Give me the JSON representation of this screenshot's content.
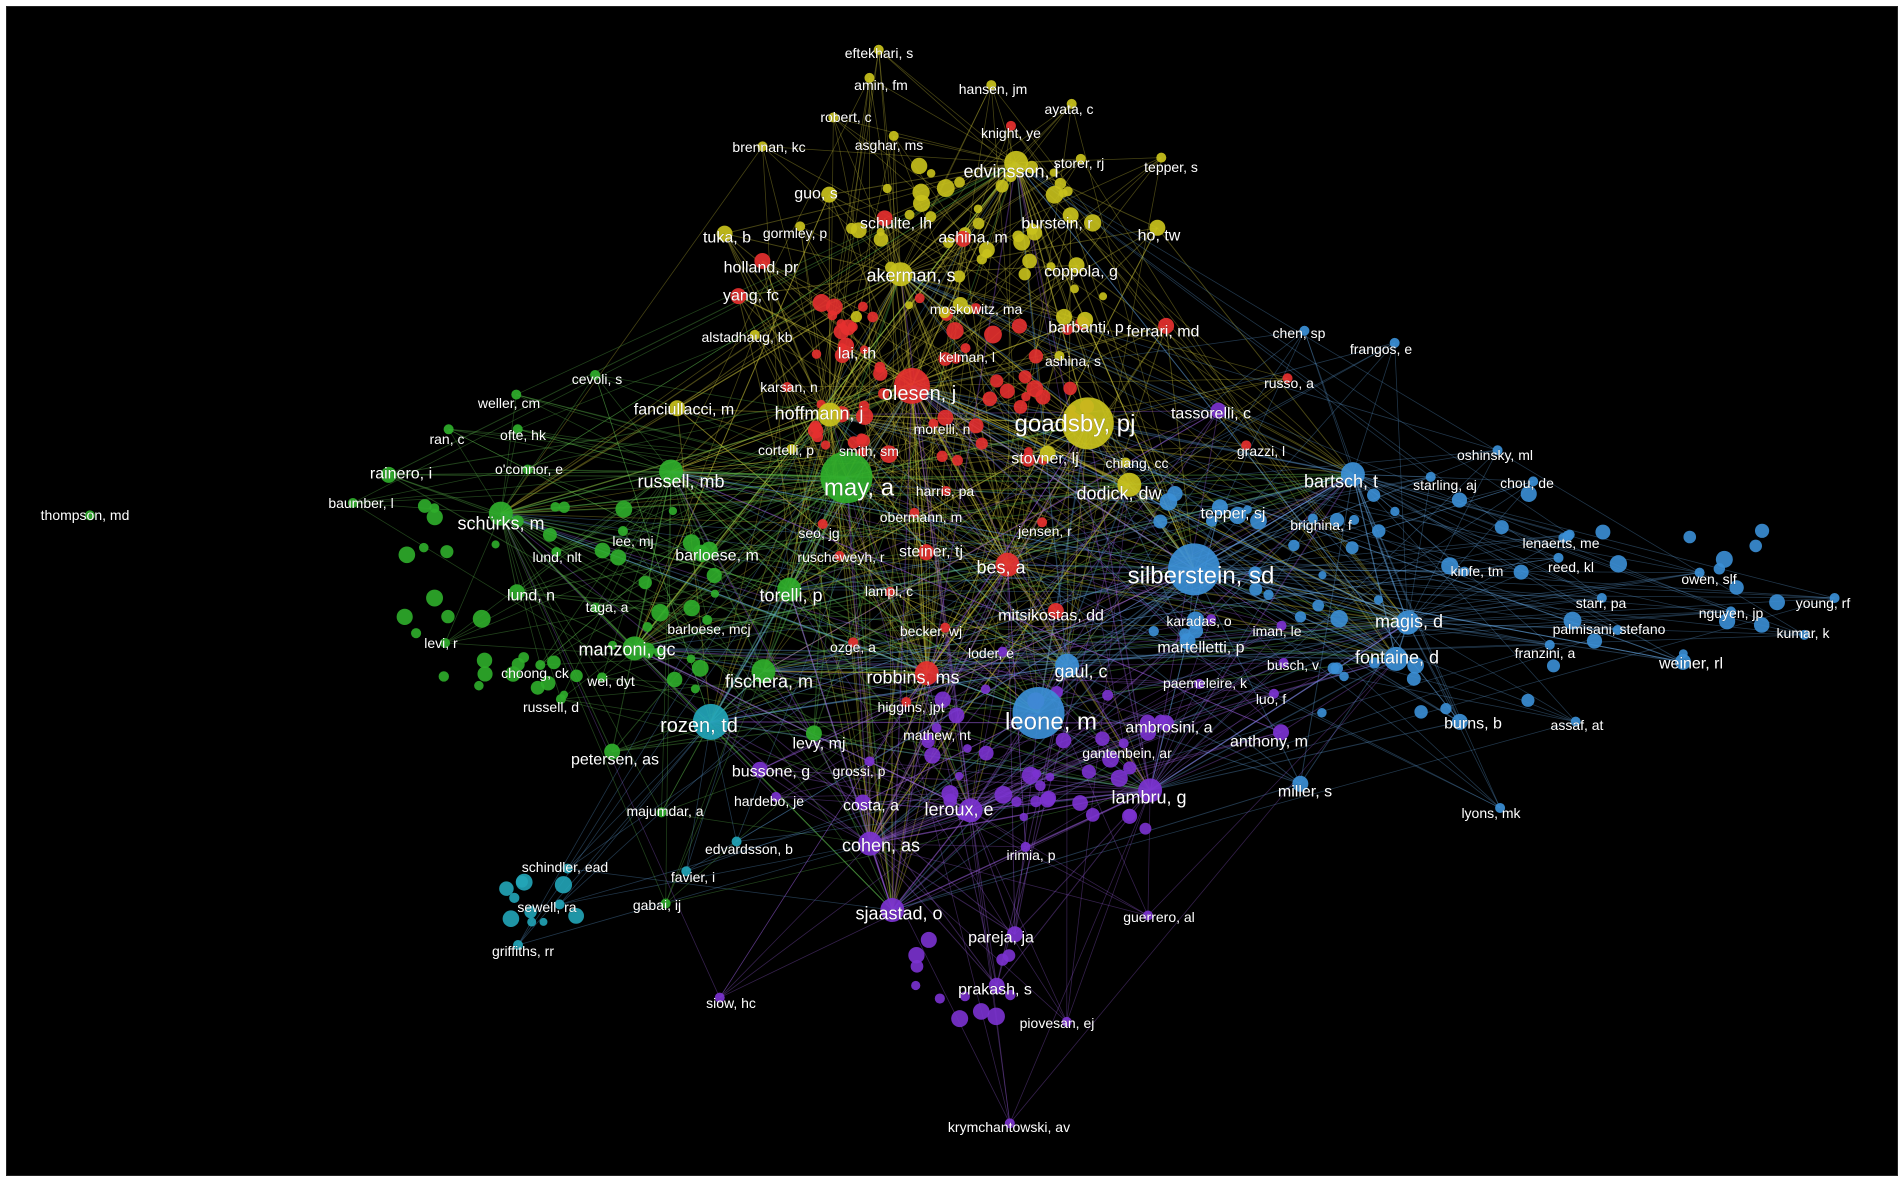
{
  "cluster_colors": {
    "red": "#e6302f",
    "yellow": "#c9c21c",
    "green": "#2fae2b",
    "blue": "#3b8fd6",
    "purple": "#7b32d0",
    "cyan": "#22a5b8",
    "edge_green": "#5fbd4d",
    "edge_yellow": "#cfc63a",
    "edge_blue": "#5f9fd8",
    "edge_purple": "#9a5ee0",
    "background": "#000000",
    "label": "#ffffff"
  },
  "nodes": [
    {
      "label": "eftekhari, s",
      "cluster": "yellow",
      "weight": 1
    },
    {
      "label": "amin, fm",
      "cluster": "yellow",
      "weight": 1
    },
    {
      "label": "hansen, jm",
      "cluster": "yellow",
      "weight": 1
    },
    {
      "label": "robert, c",
      "cluster": "yellow",
      "weight": 1
    },
    {
      "label": "ayata, c",
      "cluster": "yellow",
      "weight": 1
    },
    {
      "label": "brennan, kc",
      "cluster": "yellow",
      "weight": 1
    },
    {
      "label": "asghar, ms",
      "cluster": "yellow",
      "weight": 1
    },
    {
      "label": "knight, ye",
      "cluster": "red",
      "weight": 1
    },
    {
      "label": "edvinsson, l",
      "cluster": "yellow",
      "weight": 3
    },
    {
      "label": "storer, rj",
      "cluster": "yellow",
      "weight": 1
    },
    {
      "label": "tepper, s",
      "cluster": "yellow",
      "weight": 1
    },
    {
      "label": "guo, s",
      "cluster": "yellow",
      "weight": 2
    },
    {
      "label": "schulte, lh",
      "cluster": "red",
      "weight": 2
    },
    {
      "label": "burstein, r",
      "cluster": "yellow",
      "weight": 2
    },
    {
      "label": "tuka, b",
      "cluster": "yellow",
      "weight": 2
    },
    {
      "label": "gormley, p",
      "cluster": "yellow",
      "weight": 1
    },
    {
      "label": "ashina, m",
      "cluster": "red",
      "weight": 2
    },
    {
      "label": "ho, tw",
      "cluster": "yellow",
      "weight": 2
    },
    {
      "label": "holland, pr",
      "cluster": "red",
      "weight": 2
    },
    {
      "label": "akerman, s",
      "cluster": "yellow",
      "weight": 3
    },
    {
      "label": "coppola, g",
      "cluster": "yellow",
      "weight": 2
    },
    {
      "label": "yang, fc",
      "cluster": "red",
      "weight": 2
    },
    {
      "label": "moskowitz, ma",
      "cluster": "yellow",
      "weight": 1
    },
    {
      "label": "barbanti, p",
      "cluster": "yellow",
      "weight": 2
    },
    {
      "label": "ferrari, md",
      "cluster": "red",
      "weight": 2
    },
    {
      "label": "alstadhaug, kb",
      "cluster": "yellow",
      "weight": 1
    },
    {
      "label": "lai, th",
      "cluster": "red",
      "weight": 2
    },
    {
      "label": "kelman, l",
      "cluster": "red",
      "weight": 1
    },
    {
      "label": "ashina, s",
      "cluster": "yellow",
      "weight": 1
    },
    {
      "label": "chen, sp",
      "cluster": "blue",
      "weight": 1
    },
    {
      "label": "frangos, e",
      "cluster": "blue",
      "weight": 1
    },
    {
      "label": "cevoli, s",
      "cluster": "green",
      "weight": 1
    },
    {
      "label": "karsan, n",
      "cluster": "red",
      "weight": 1
    },
    {
      "label": "russo, a",
      "cluster": "red",
      "weight": 1
    },
    {
      "label": "olesen, j",
      "cluster": "red",
      "weight": 4
    },
    {
      "label": "weller, cm",
      "cluster": "green",
      "weight": 1
    },
    {
      "label": "fanciullacci, m",
      "cluster": "yellow",
      "weight": 2
    },
    {
      "label": "hoffmann, j",
      "cluster": "yellow",
      "weight": 3
    },
    {
      "label": "goadsby, pj",
      "cluster": "yellow",
      "weight": 5
    },
    {
      "label": "tassorelli, c",
      "cluster": "purple",
      "weight": 2
    },
    {
      "label": "ran, c",
      "cluster": "green",
      "weight": 1
    },
    {
      "label": "ofte, hk",
      "cluster": "green",
      "weight": 1
    },
    {
      "label": "morelli, n",
      "cluster": "red",
      "weight": 1
    },
    {
      "label": "cortelli, p",
      "cluster": "yellow",
      "weight": 1
    },
    {
      "label": "smith, sm",
      "cluster": "red",
      "weight": 1
    },
    {
      "label": "grazzi, l",
      "cluster": "red",
      "weight": 1
    },
    {
      "label": "oshinsky, ml",
      "cluster": "blue",
      "weight": 1
    },
    {
      "label": "rainero, i",
      "cluster": "green",
      "weight": 2
    },
    {
      "label": "o'connor, e",
      "cluster": "green",
      "weight": 1
    },
    {
      "label": "stovner, lj",
      "cluster": "yellow",
      "weight": 2
    },
    {
      "label": "chiang, cc",
      "cluster": "yellow",
      "weight": 1
    },
    {
      "label": "bartsch, t",
      "cluster": "blue",
      "weight": 3
    },
    {
      "label": "starling, aj",
      "cluster": "blue",
      "weight": 1
    },
    {
      "label": "chou, de",
      "cluster": "blue",
      "weight": 1
    },
    {
      "label": "thompson, md",
      "cluster": "green",
      "weight": 1
    },
    {
      "label": "baumber, l",
      "cluster": "green",
      "weight": 1
    },
    {
      "label": "russell, mb",
      "cluster": "green",
      "weight": 3
    },
    {
      "label": "may, a",
      "cluster": "green",
      "weight": 5
    },
    {
      "label": "harris, pa",
      "cluster": "red",
      "weight": 1
    },
    {
      "label": "dodick, dw",
      "cluster": "yellow",
      "weight": 3
    },
    {
      "label": "schürks, m",
      "cluster": "green",
      "weight": 3
    },
    {
      "label": "obermann, m",
      "cluster": "red",
      "weight": 1
    },
    {
      "label": "tepper, sj",
      "cluster": "blue",
      "weight": 2
    },
    {
      "label": "brighina, f",
      "cluster": "blue",
      "weight": 1
    },
    {
      "label": "lenaerts, me",
      "cluster": "blue",
      "weight": 1
    },
    {
      "label": "lee, mj",
      "cluster": "green",
      "weight": 1
    },
    {
      "label": "seo, jg",
      "cluster": "red",
      "weight": 1
    },
    {
      "label": "jensen, r",
      "cluster": "red",
      "weight": 1
    },
    {
      "label": "lund, nlt",
      "cluster": "green",
      "weight": 1
    },
    {
      "label": "barloese, m",
      "cluster": "green",
      "weight": 2
    },
    {
      "label": "ruscheweyh, r",
      "cluster": "red",
      "weight": 1
    },
    {
      "label": "steiner, tj",
      "cluster": "red",
      "weight": 2
    },
    {
      "label": "bes, a",
      "cluster": "red",
      "weight": 3
    },
    {
      "label": "silberstein, sd",
      "cluster": "blue",
      "weight": 5
    },
    {
      "label": "kinfe, tm",
      "cluster": "blue",
      "weight": 1
    },
    {
      "label": "reed, kl",
      "cluster": "blue",
      "weight": 1
    },
    {
      "label": "owen, slf",
      "cluster": "blue",
      "weight": 1
    },
    {
      "label": "lund, n",
      "cluster": "green",
      "weight": 2
    },
    {
      "label": "torelli, p",
      "cluster": "green",
      "weight": 3
    },
    {
      "label": "lampl, c",
      "cluster": "red",
      "weight": 1
    },
    {
      "label": "starr, pa",
      "cluster": "blue",
      "weight": 1
    },
    {
      "label": "taga, a",
      "cluster": "green",
      "weight": 1
    },
    {
      "label": "mitsikostas, dd",
      "cluster": "red",
      "weight": 2
    },
    {
      "label": "karadas, o",
      "cluster": "purple",
      "weight": 1
    },
    {
      "label": "magis, d",
      "cluster": "blue",
      "weight": 3
    },
    {
      "label": "young, rf",
      "cluster": "blue",
      "weight": 1
    },
    {
      "label": "nguyen, jp",
      "cluster": "blue",
      "weight": 1
    },
    {
      "label": "palmisani, stefano",
      "cluster": "blue",
      "weight": 1
    },
    {
      "label": "kumar, k",
      "cluster": "blue",
      "weight": 1
    },
    {
      "label": "levi, r",
      "cluster": "green",
      "weight": 1
    },
    {
      "label": "barloese, mcj",
      "cluster": "green",
      "weight": 1
    },
    {
      "label": "becker, wj",
      "cluster": "red",
      "weight": 1
    },
    {
      "label": "iman, le",
      "cluster": "purple",
      "weight": 1
    },
    {
      "label": "manzoni, gc",
      "cluster": "green",
      "weight": 3
    },
    {
      "label": "ozge, a",
      "cluster": "red",
      "weight": 1
    },
    {
      "label": "loder, e",
      "cluster": "purple",
      "weight": 1
    },
    {
      "label": "martelletti, p",
      "cluster": "blue",
      "weight": 2
    },
    {
      "label": "fontaine, d",
      "cluster": "blue",
      "weight": 3
    },
    {
      "label": "franzini, a",
      "cluster": "blue",
      "weight": 1
    },
    {
      "label": "choong, ck",
      "cluster": "green",
      "weight": 1
    },
    {
      "label": "wei, dyt",
      "cluster": "green",
      "weight": 1
    },
    {
      "label": "fischera, m",
      "cluster": "green",
      "weight": 3
    },
    {
      "label": "robbins, ms",
      "cluster": "red",
      "weight": 3
    },
    {
      "label": "gaul, c",
      "cluster": "blue",
      "weight": 3
    },
    {
      "label": "busch, v",
      "cluster": "purple",
      "weight": 1
    },
    {
      "label": "weiner, rl",
      "cluster": "blue",
      "weight": 2
    },
    {
      "label": "paemeleire, k",
      "cluster": "purple",
      "weight": 1
    },
    {
      "label": "luo, f",
      "cluster": "purple",
      "weight": 1
    },
    {
      "label": "russell, d",
      "cluster": "green",
      "weight": 1
    },
    {
      "label": "higgins, jpt",
      "cluster": "red",
      "weight": 1
    },
    {
      "label": "rozen, td",
      "cluster": "cyan",
      "weight": 4
    },
    {
      "label": "leone, m",
      "cluster": "blue",
      "weight": 5
    },
    {
      "label": "mathew, nt",
      "cluster": "purple",
      "weight": 1
    },
    {
      "label": "ambrosini, a",
      "cluster": "purple",
      "weight": 2
    },
    {
      "label": "levy, mj",
      "cluster": "green",
      "weight": 2
    },
    {
      "label": "burns, b",
      "cluster": "blue",
      "weight": 2
    },
    {
      "label": "assaf, at",
      "cluster": "blue",
      "weight": 1
    },
    {
      "label": "anthony, m",
      "cluster": "purple",
      "weight": 2
    },
    {
      "label": "petersen, as",
      "cluster": "green",
      "weight": 2
    },
    {
      "label": "gantenbein, ar",
      "cluster": "purple",
      "weight": 1
    },
    {
      "label": "bussone, g",
      "cluster": "purple",
      "weight": 2
    },
    {
      "label": "grossi, p",
      "cluster": "purple",
      "weight": 1
    },
    {
      "label": "lambru, g",
      "cluster": "purple",
      "weight": 3
    },
    {
      "label": "miller, s",
      "cluster": "blue",
      "weight": 2
    },
    {
      "label": "hardebo, je",
      "cluster": "purple",
      "weight": 1
    },
    {
      "label": "costa, a",
      "cluster": "purple",
      "weight": 2
    },
    {
      "label": "leroux, e",
      "cluster": "purple",
      "weight": 3
    },
    {
      "label": "majumdar, a",
      "cluster": "green",
      "weight": 1
    },
    {
      "label": "lyons, mk",
      "cluster": "blue",
      "weight": 1
    },
    {
      "label": "edvardsson, b",
      "cluster": "cyan",
      "weight": 1
    },
    {
      "label": "cohen, as",
      "cluster": "purple",
      "weight": 3
    },
    {
      "label": "schindler, ead",
      "cluster": "cyan",
      "weight": 1
    },
    {
      "label": "favier, i",
      "cluster": "cyan",
      "weight": 1
    },
    {
      "label": "irimia, p",
      "cluster": "purple",
      "weight": 1
    },
    {
      "label": "sewell, ra",
      "cluster": "cyan",
      "weight": 1
    },
    {
      "label": "gabai, ij",
      "cluster": "green",
      "weight": 1
    },
    {
      "label": "sjaastad, o",
      "cluster": "purple",
      "weight": 3
    },
    {
      "label": "guerrero, al",
      "cluster": "purple",
      "weight": 1
    },
    {
      "label": "pareja, ja",
      "cluster": "purple",
      "weight": 2
    },
    {
      "label": "griffiths, rr",
      "cluster": "cyan",
      "weight": 1
    },
    {
      "label": "prakash, s",
      "cluster": "purple",
      "weight": 2
    },
    {
      "label": "siow, hc",
      "cluster": "purple",
      "weight": 1
    },
    {
      "label": "piovesan, ej",
      "cluster": "purple",
      "weight": 1
    },
    {
      "label": "krymchantowski, av",
      "cluster": "purple",
      "weight": 1
    }
  ]
}
